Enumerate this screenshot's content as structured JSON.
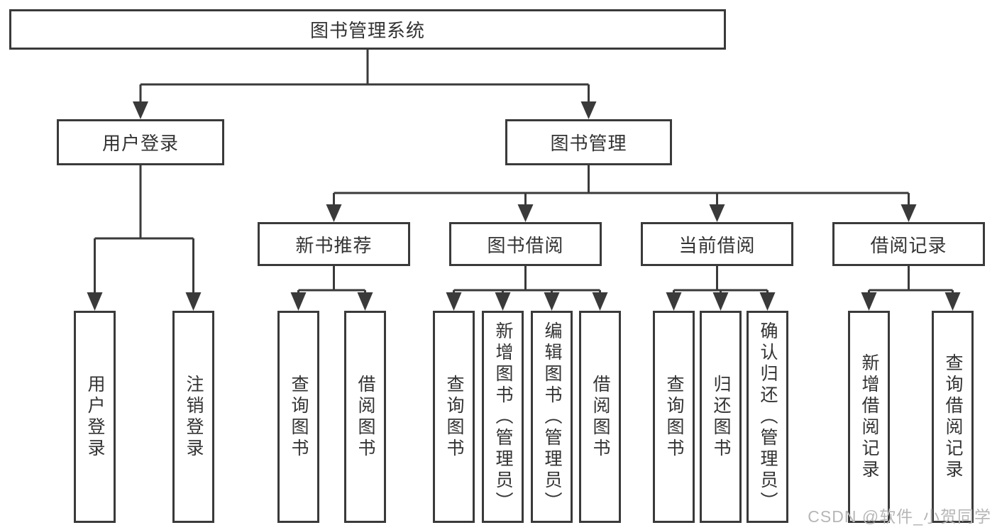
{
  "diagram": {
    "root": {
      "label": "图书管理系统"
    },
    "level2": [
      {
        "label": "用户登录"
      },
      {
        "label": "图书管理"
      }
    ],
    "level3": [
      {
        "label": "新书推荐",
        "parent": "图书管理"
      },
      {
        "label": "图书借阅",
        "parent": "图书管理"
      },
      {
        "label": "当前借阅",
        "parent": "图书管理"
      },
      {
        "label": "借阅记录",
        "parent": "图书管理"
      }
    ],
    "leaves": [
      {
        "label": "用户登录",
        "parent": "用户登录"
      },
      {
        "label": "注销登录",
        "parent": "用户登录"
      },
      {
        "label": "查询图书",
        "parent": "新书推荐"
      },
      {
        "label": "借阅图书",
        "parent": "新书推荐"
      },
      {
        "label": "查询图书",
        "parent": "图书借阅"
      },
      {
        "label": "新增图书（管理员）",
        "parent": "图书借阅"
      },
      {
        "label": "编辑图书（管理员）",
        "parent": "图书借阅"
      },
      {
        "label": "借阅图书",
        "parent": "图书借阅"
      },
      {
        "label": "查询图书",
        "parent": "当前借阅"
      },
      {
        "label": "归还图书",
        "parent": "当前借阅"
      },
      {
        "label": "确认归还（管理员）",
        "parent": "当前借阅"
      },
      {
        "label": "新增借阅记录",
        "parent": "借阅记录"
      },
      {
        "label": "查询借阅记录",
        "parent": "借阅记录"
      }
    ],
    "watermark": "CSDN @软件_小贺同学",
    "colors": {
      "line": "#3a3a3a",
      "box_border": "#3a3a3a",
      "text": "#333333",
      "watermark": "#b6b6b6",
      "background": "#ffffff"
    }
  }
}
